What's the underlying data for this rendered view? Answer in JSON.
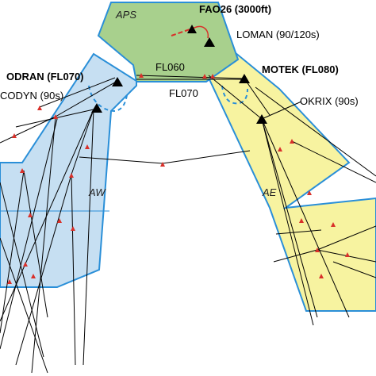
{
  "sectors": {
    "aps": {
      "label": "APS",
      "fill": "#a8d08d"
    },
    "aw": {
      "label": "AW",
      "fill": "#c6dff2"
    },
    "ae": {
      "label": "AE",
      "fill": "#f7f3a0"
    }
  },
  "fixes": {
    "fao26": "FAO26 (3000ft)",
    "loman": "LOMAN (90/120s)",
    "odran": "ODRAN (FL070)",
    "codyn": "CODYN (90s)",
    "motek": "MOTEK (FL080)",
    "okrix": "OKRIX (90s)"
  },
  "levels": {
    "fl060": "FL060",
    "fl070": "FL070"
  },
  "colors": {
    "sector_border": "#2a8fd8",
    "route": "#000000",
    "waypoint": "#d9302a",
    "fix_marker": "#000000"
  }
}
